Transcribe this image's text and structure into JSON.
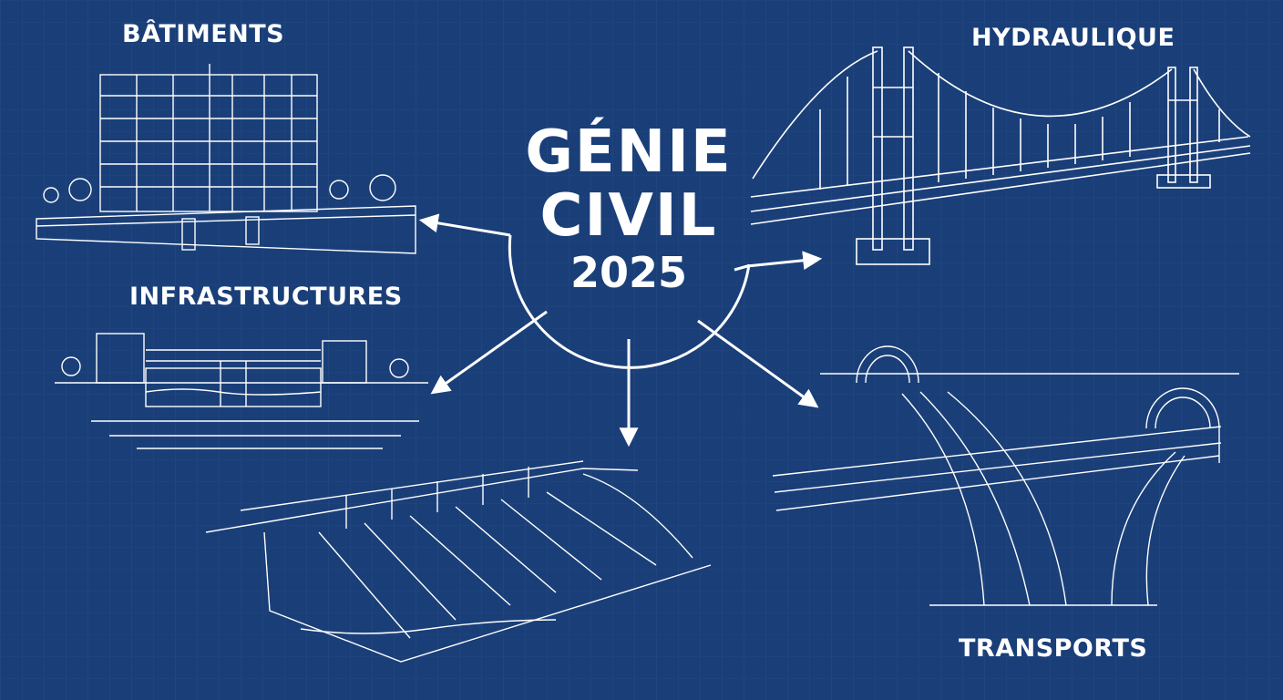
{
  "diagram": {
    "center": {
      "line1": "GÉNIE",
      "line2": "CIVIL",
      "line3": "2025"
    },
    "branches": {
      "batiments": "BÂTIMENTS",
      "hydraulique": "HYDRAULIQUE",
      "infrastructures": "INFRASTRUCTURES",
      "transports": "TRANSPORTS"
    },
    "colors": {
      "background": "#1a3f78",
      "line": "#ffffff"
    }
  }
}
